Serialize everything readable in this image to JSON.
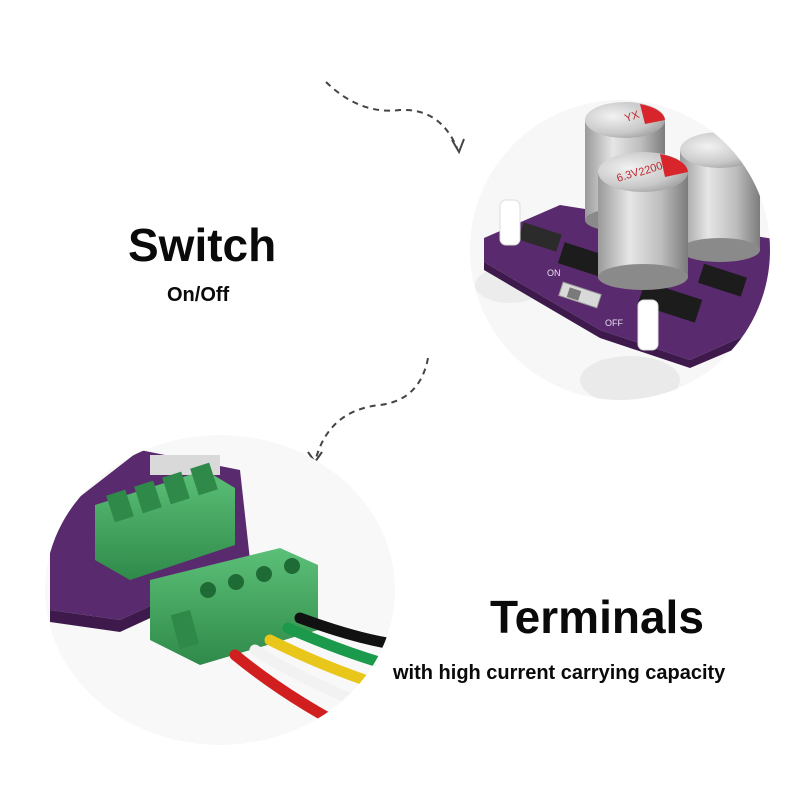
{
  "switch_section": {
    "title": "Switch",
    "subtitle": "On/Off"
  },
  "terminals_section": {
    "title": "Terminals",
    "subtitle": "with high current carrying capacity"
  },
  "board_markings": {
    "capacitor_voltage": "6.3V",
    "capacitor_value": "2200",
    "capacitor_brand": "YX",
    "switch_on": "ON",
    "switch_off": "OFF"
  },
  "colors": {
    "pcb": "#5a2a6e",
    "terminal": "#3aa55a",
    "capacitor": "#c9c9c9",
    "capacitor_stripe": "#d8242b",
    "wire_black": "#111111",
    "wire_green": "#1a9a4a",
    "wire_yellow": "#e8c61a",
    "wire_white": "#f2f2f2",
    "wire_red": "#d11f1f"
  }
}
